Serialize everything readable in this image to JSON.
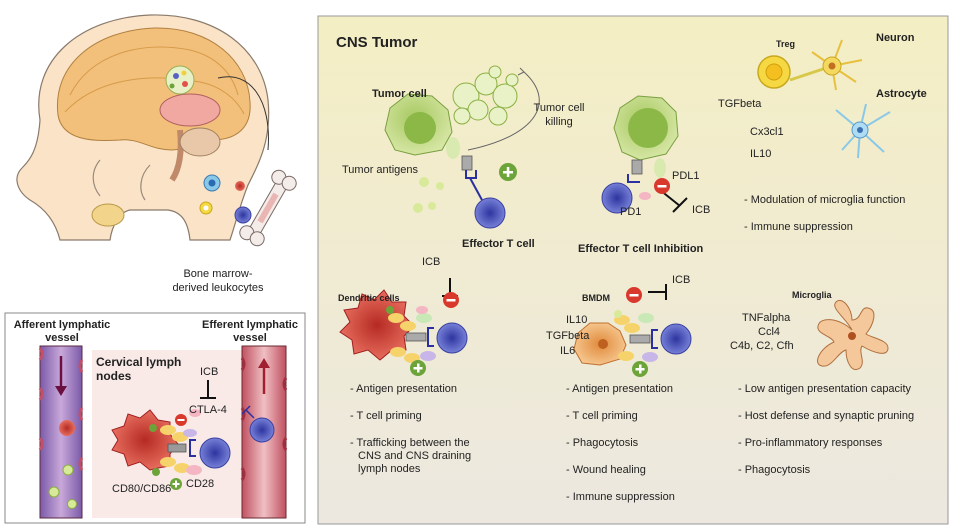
{
  "head_panel": {
    "caption_line1": "Bone marrow-",
    "caption_line2": "derived leukocytes"
  },
  "lymph_panel": {
    "afferent_line1": "Afferent lymphatic",
    "afferent_line2": "vessel",
    "efferent_line1": "Efferent lymphatic",
    "efferent_line2": "vessel",
    "nodes_line1": "Cervical lymph",
    "nodes_line2": "nodes",
    "icb": "ICB",
    "ctla4": "CTLA-4",
    "cd80": "CD80/CD86",
    "cd28": "CD28"
  },
  "cns": {
    "title": "CNS Tumor",
    "tumor_cell": "Tumor cell",
    "tumor_killing_line1": "Tumor cell",
    "tumor_killing_line2": "killing",
    "tumor_antigens": "Tumor antigens",
    "effector": "Effector T cell",
    "pdl1": "PDL1",
    "pd1": "PD1",
    "icb_pd1": "ICB",
    "effector_inhib": "Effector T cell Inhibition",
    "treg": "Treg",
    "neuron": "Neuron",
    "astrocyte": "Astrocyte",
    "tgfbeta": "TGFbeta",
    "cx3cl1": "Cx3cl1",
    "il10": "IL10",
    "glia_bullets": [
      "- Modulation of microglia function",
      "- Immune suppression"
    ],
    "dendritic": "Dendritic cells",
    "icb_dc": "ICB",
    "bmdm": "BMDM",
    "icb_bmdm": "ICB",
    "bmdm_il10": "IL10",
    "bmdm_tgf": "TGFbeta",
    "bmdm_il6": "IL6",
    "microglia": "Microglia",
    "mg_tnf": "TNFalpha",
    "mg_ccl4": "Ccl4",
    "mg_c4b": "C4b, C2, Cfh",
    "dc_bullets": [
      "- Antigen presentation",
      "- T cell priming",
      "- Trafficking between the",
      "CNS and CNS draining",
      "lymph nodes"
    ],
    "bmdm_bullets": [
      "- Antigen presentation",
      "- T cell priming",
      "- Phagocytosis",
      "- Wound healing",
      "- Immune suppression"
    ],
    "mg_bullets": [
      "- Low antigen presentation capacity",
      "- Host defense and synaptic pruning",
      "- Pro-inflammatory responses",
      "- Phagocytosis"
    ]
  },
  "symbols": {
    "plus": "+",
    "minus": "−"
  },
  "colors": {
    "cns_bg_top": "#f3edc6",
    "cns_bg_bottom": "#ebe6de",
    "tumor_green": "#c4d98a",
    "tcell_blue": "#5561c4",
    "dc_red": "#e0524a",
    "macro_orange": "#f4b46e",
    "plus_green": "#6ca43a",
    "minus_red": "#d9382d"
  }
}
